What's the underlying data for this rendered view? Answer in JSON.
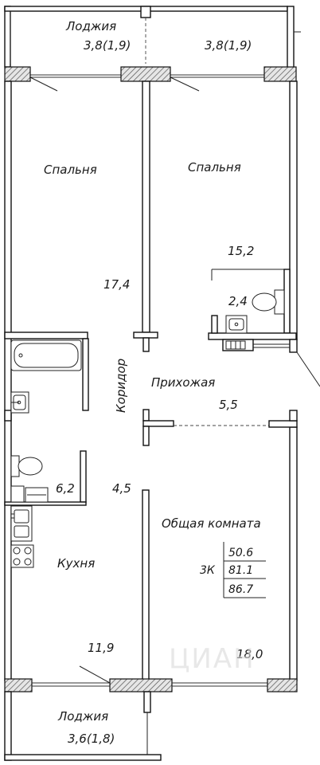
{
  "rooms": {
    "loggia_top": {
      "label": "Лоджия",
      "area_left": "3,8(1,9)",
      "area_right": "3,8(1,9)"
    },
    "bedroom_left": {
      "label": "Спальня",
      "area": "17,4"
    },
    "bedroom_right": {
      "label": "Спальня",
      "area": "15,2"
    },
    "bathroom_right": {
      "area": "2,4"
    },
    "corridor": {
      "label": "Коридор"
    },
    "hallway": {
      "label": "Прихожая",
      "area": "5,5"
    },
    "bathroom_left": {
      "area": "6,2"
    },
    "corridor_area": "4,5",
    "living_room": {
      "label": "Общая комната",
      "area": "18,0"
    },
    "kitchen": {
      "label": "Кухня",
      "area": "11,9"
    },
    "loggia_bottom": {
      "label": "Лоджия",
      "area": "3,6(1,8)"
    }
  },
  "summary": {
    "type": "3К",
    "values": [
      "50.6",
      "81.1",
      "86.7"
    ]
  },
  "watermark": "ЦИАН"
}
